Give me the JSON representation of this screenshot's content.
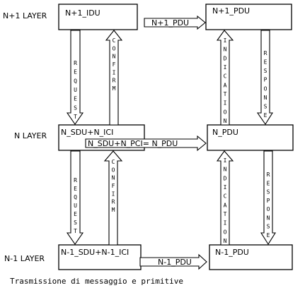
{
  "layers": {
    "top": "N+1 LAYER",
    "mid": "N LAYER",
    "bottom": "N-1 LAYER"
  },
  "boxes": {
    "n1_idu": "N+1_IDU",
    "n1_pdu": "N+1_PDU",
    "n_sdu_ici": "N_SDU+N_ICI",
    "n_pdu": "N_PDU",
    "nm1_sdu_ici": "N-1_SDU+N-1_ICI",
    "nm1_pdu": "N-1_PDU"
  },
  "arrows": {
    "top_h": "N+1_PDU",
    "mid_h": "N_SDU+N_PCI= N_PDU",
    "bottom_h": "N-1_PDU"
  },
  "primitives": {
    "request": "REQUEST",
    "confirm": "CONFIRM",
    "indication": "INDICATION",
    "response": "RESPONSE"
  },
  "caption": "Trasmissione di messaggio e primitive"
}
